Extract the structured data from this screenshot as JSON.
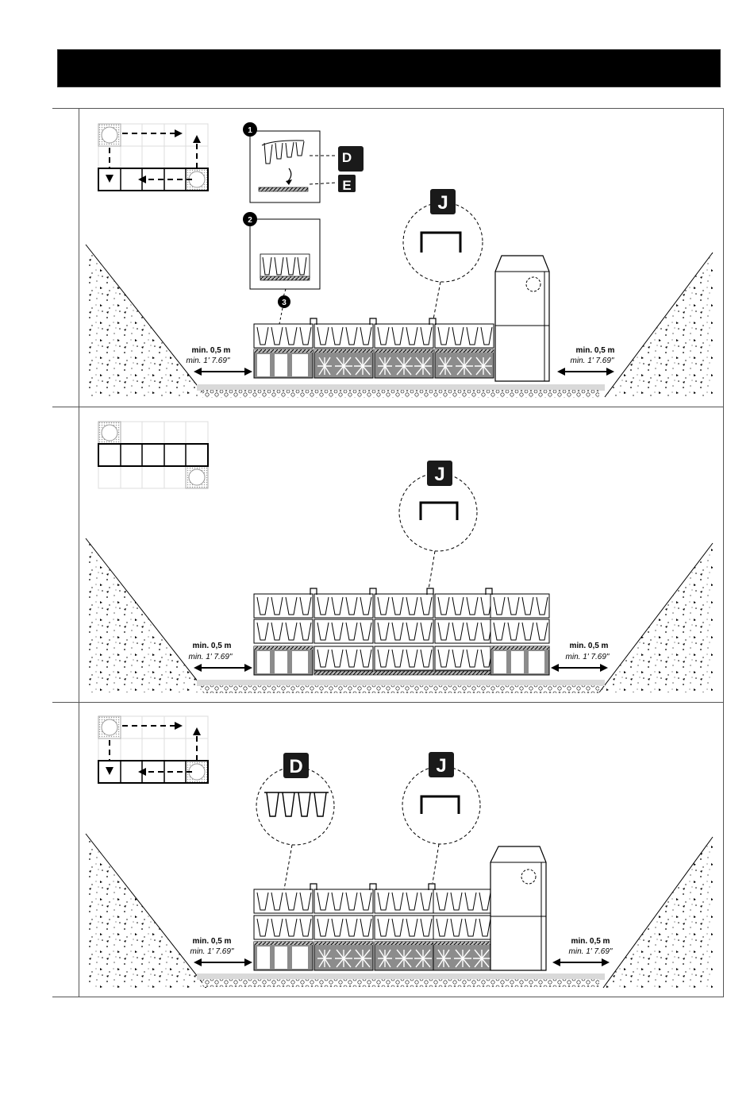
{
  "labels": {
    "D": "D",
    "E": "E",
    "J": "J",
    "step1": "1",
    "step2": "2",
    "step3": "3"
  },
  "clearance": {
    "metric": "min. 0,5 m",
    "imperial": "min. 1' 7.69\""
  },
  "panels": [
    {
      "name": "panel-1-base-layer",
      "grid_arrows": true,
      "tags": [
        "J"
      ],
      "inset_steps": [
        "1",
        "2",
        "3"
      ]
    },
    {
      "name": "panel-2-stacked-layers",
      "grid_arrows": false,
      "tags": [
        "J"
      ]
    },
    {
      "name": "panel-3-with-shaft",
      "grid_arrows": true,
      "tags": [
        "D",
        "J"
      ]
    }
  ],
  "colors": {
    "ink": "#000000",
    "crate_grey": "#8c8c8c",
    "fill_light": "#d9d9d9"
  }
}
